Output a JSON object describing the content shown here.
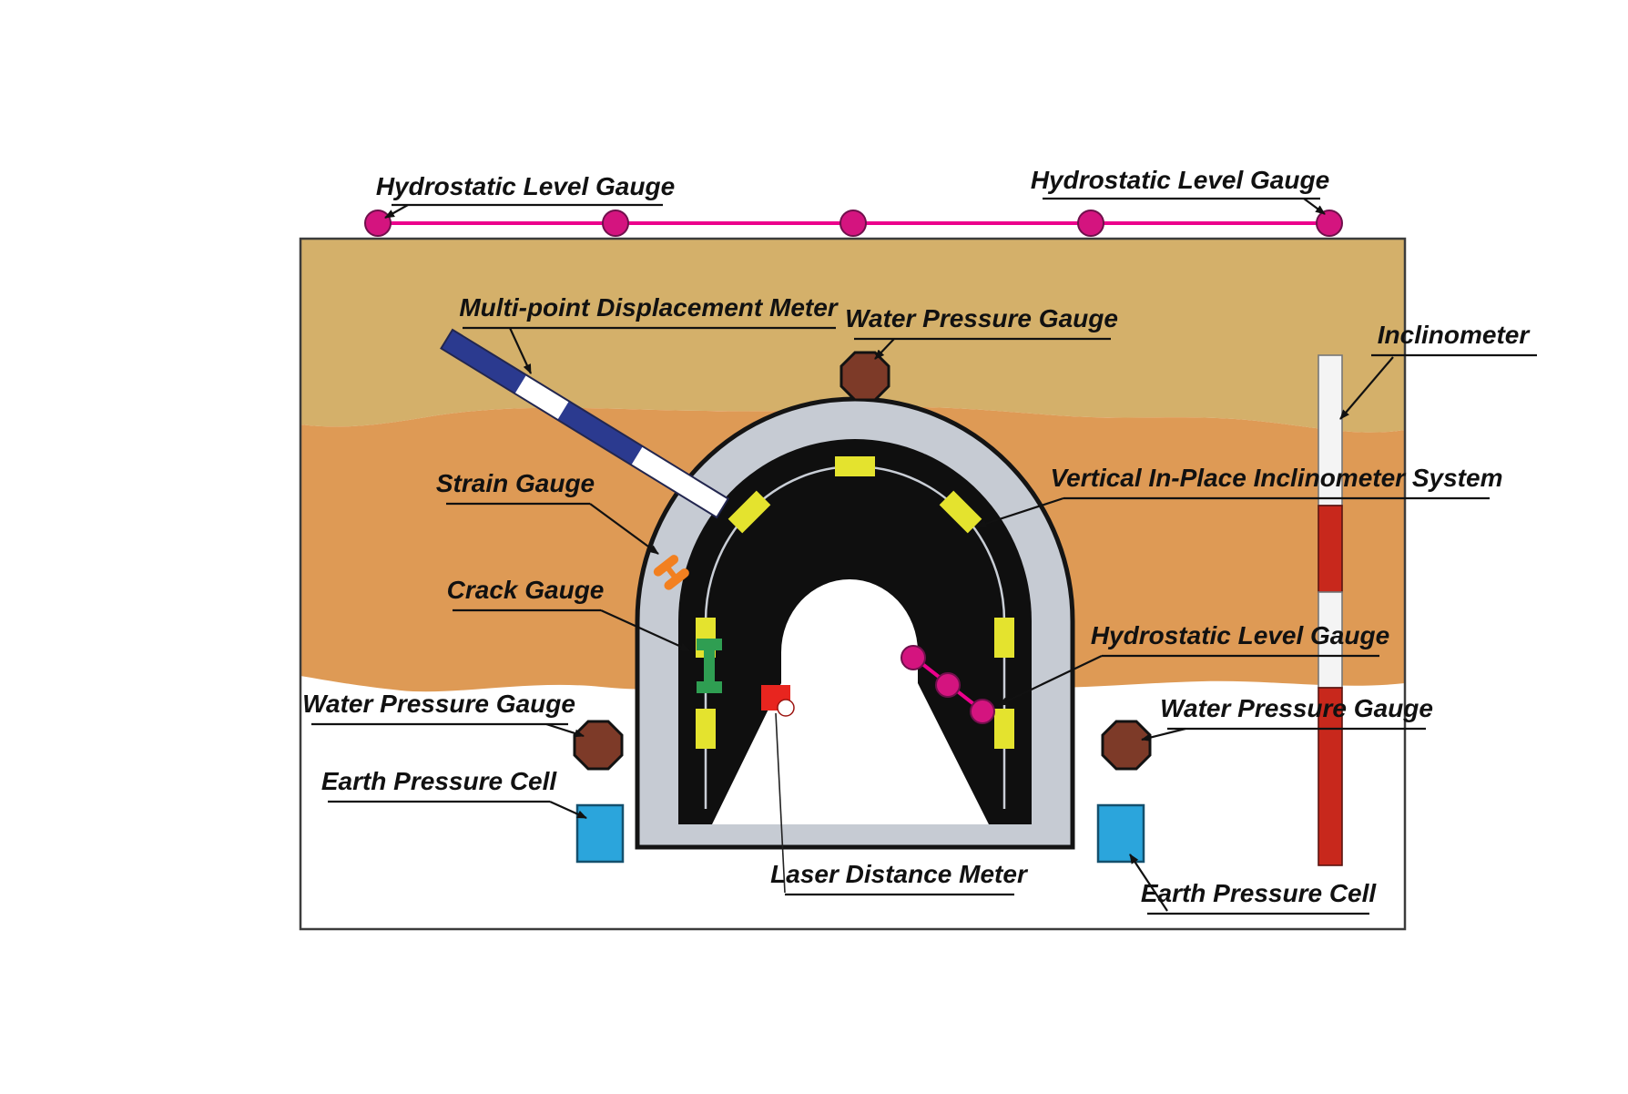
{
  "diagram": {
    "labels": {
      "hydro_top_left": "Hydrostatic Level Gauge",
      "hydro_top_right": "Hydrostatic Level Gauge",
      "multipoint_displacement": "Multi-point Displacement Meter",
      "water_pressure_top": "Water Pressure Gauge",
      "inclinometer": "Inclinometer",
      "vertical_inplace": "Vertical In-Place Inclinometer System",
      "strain_gauge": "Strain Gauge",
      "crack_gauge": "Crack Gauge",
      "hydro_inner": "Hydrostatic Level Gauge",
      "water_pressure_left": "Water Pressure Gauge",
      "water_pressure_right": "Water Pressure Gauge",
      "earth_pressure_left": "Earth Pressure Cell",
      "earth_pressure_right": "Earth Pressure Cell",
      "laser_distance": "Laser Distance Meter"
    },
    "colors": {
      "soil-top": "#d4b06a",
      "soil-mid": "#de9a55",
      "lining": "#c6cbd3",
      "tunnel-dark": "#0f0f0f",
      "pink-line": "#ec008c",
      "magenta": "#d4147f",
      "sensor-yellow": "#e4e32e",
      "strain-orange": "#f28020",
      "crack-green": "#2f9e52",
      "laser-red": "#e8251f",
      "epc-blue": "#2ba5dc",
      "wpg-brown": "#7d3a28",
      "incl-red": "#c8281c",
      "rod-navy": "#2b3a8f",
      "ink": "#111111"
    }
  }
}
